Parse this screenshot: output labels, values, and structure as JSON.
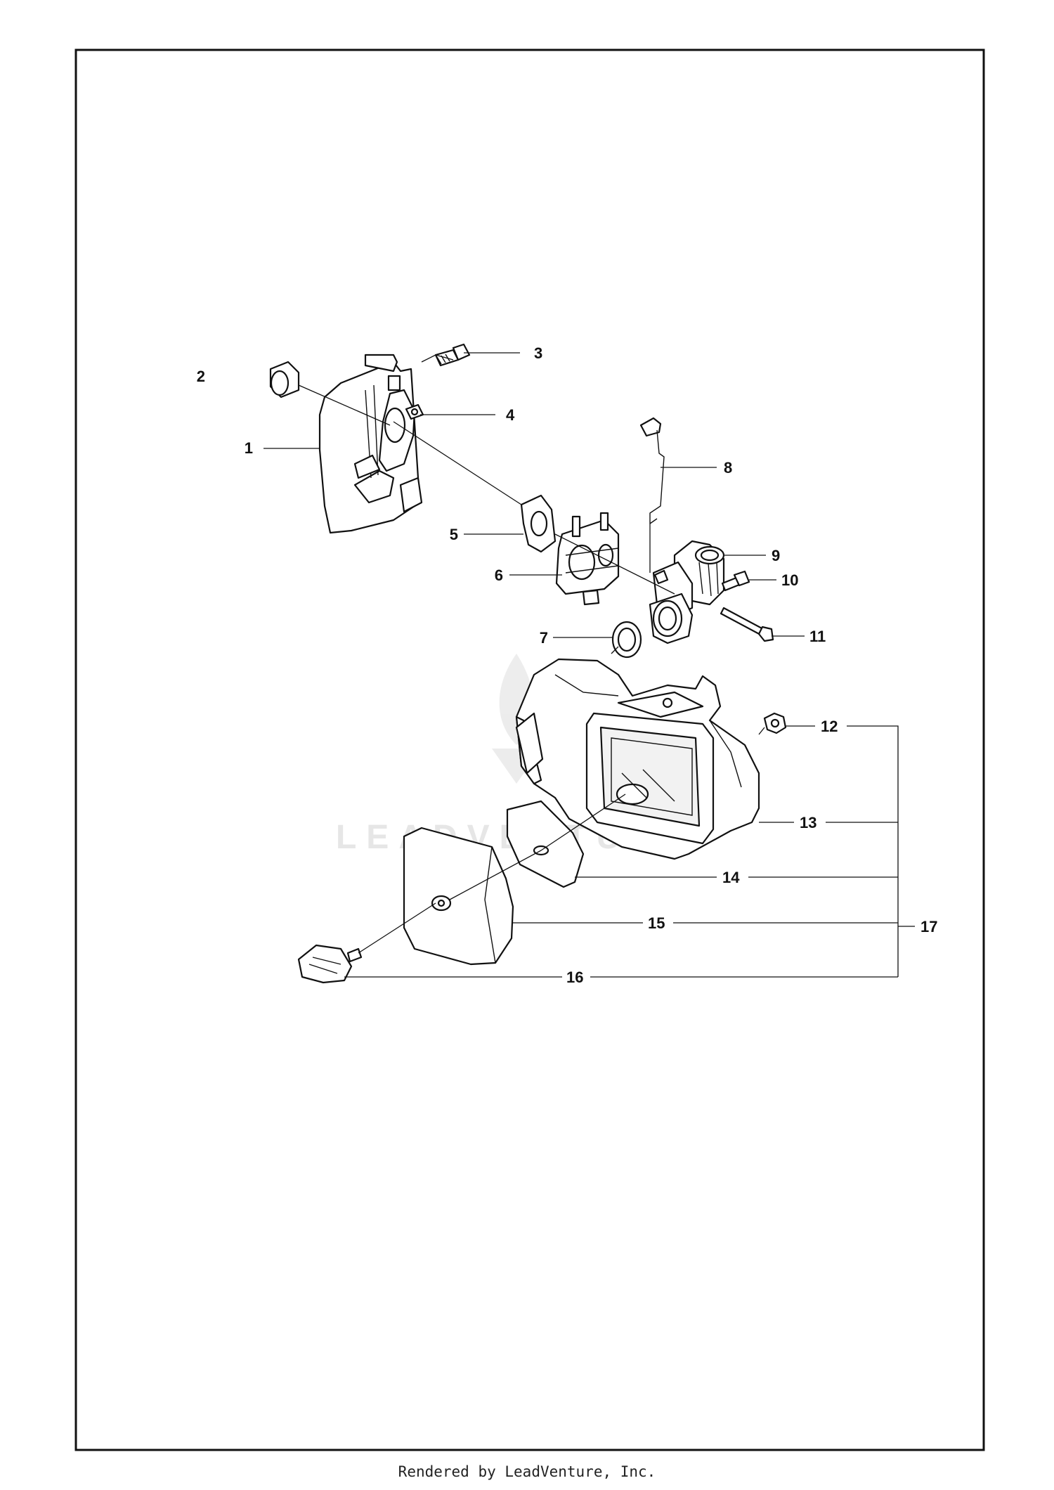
{
  "watermark": {
    "text": "LEADVENTURE"
  },
  "callouts": {
    "c1": "1",
    "c2": "2",
    "c3": "3",
    "c4": "4",
    "c5": "5",
    "c6": "6",
    "c7": "7",
    "c8": "8",
    "c9": "9",
    "c10": "10",
    "c11": "11",
    "c12": "12",
    "c13": "13",
    "c14": "14",
    "c15": "15",
    "c16": "16",
    "c17": "17"
  },
  "footer": {
    "text": "Rendered by LeadVenture, Inc."
  }
}
